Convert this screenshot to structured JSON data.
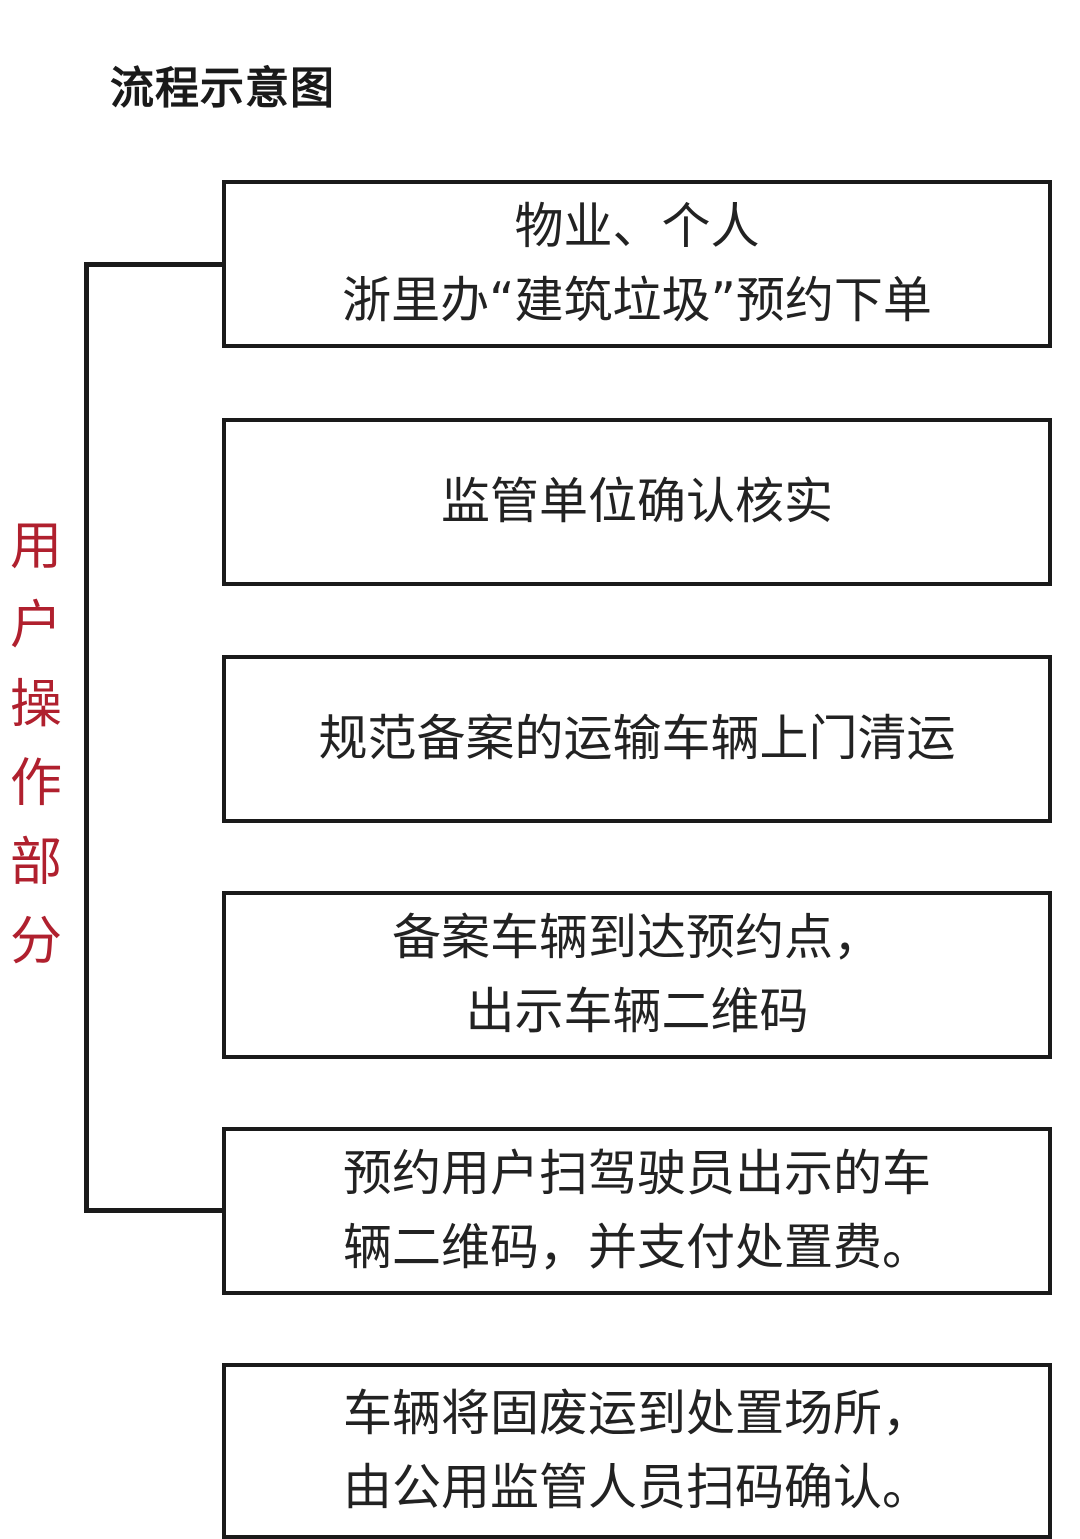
{
  "title": "流程示意图",
  "side_label": [
    "用",
    "户",
    "操",
    "作",
    "部",
    "分"
  ],
  "steps": [
    {
      "lines": [
        "物业、个人",
        "浙里办“建筑垃圾”预约下单"
      ]
    },
    {
      "lines": [
        "监管单位确认核实"
      ]
    },
    {
      "lines": [
        "规范备案的运输车辆上门清运"
      ]
    },
    {
      "lines": [
        "备案车辆到达预约点，",
        "出示车辆二维码"
      ]
    },
    {
      "lines": [
        "预约用户扫驾驶员出示的车",
        "辆二维码，并支付处置费。"
      ]
    },
    {
      "lines": [
        "车辆将固废运到处置场所，",
        "由公用监管人员扫码确认。"
      ]
    }
  ],
  "colors": {
    "side_label": "#b0202e",
    "line": "#1a1a1a"
  }
}
